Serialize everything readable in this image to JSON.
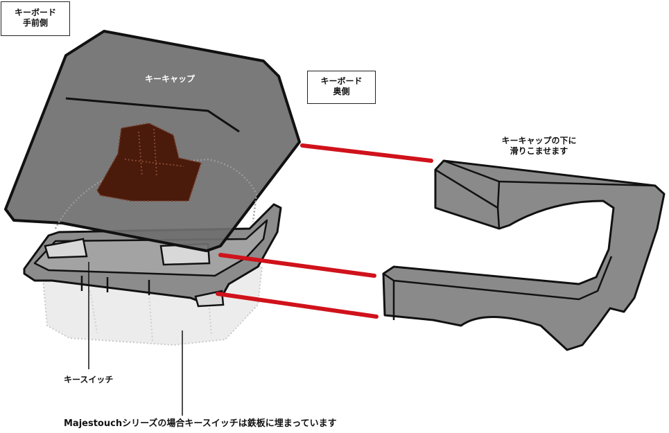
{
  "labels": {
    "keyboard_front_line1": "キーボード",
    "keyboard_front_line2": "手前側",
    "keyboard_back_line1": "キーボード",
    "keyboard_back_line2": "奥側",
    "keycap": "キーキャップ",
    "slide_under_line1": "キーキャップの下に",
    "slide_under_line2": "滑りこませます",
    "key_switch": "キースイッチ",
    "majestouch_note": "Majestouchシリーズの場合キースイッチは鉄板に埋まっています"
  },
  "colors": {
    "keycap_fill": "#6f6f6f",
    "keycap_stroke": "#111111",
    "stem_fill": "#4a1a0a",
    "plate_fill": "#8c8c8c",
    "spacer_fill": "#8a8a8a",
    "guide_line": "#d0121b",
    "switch_ghost": "#d8d8d8"
  }
}
